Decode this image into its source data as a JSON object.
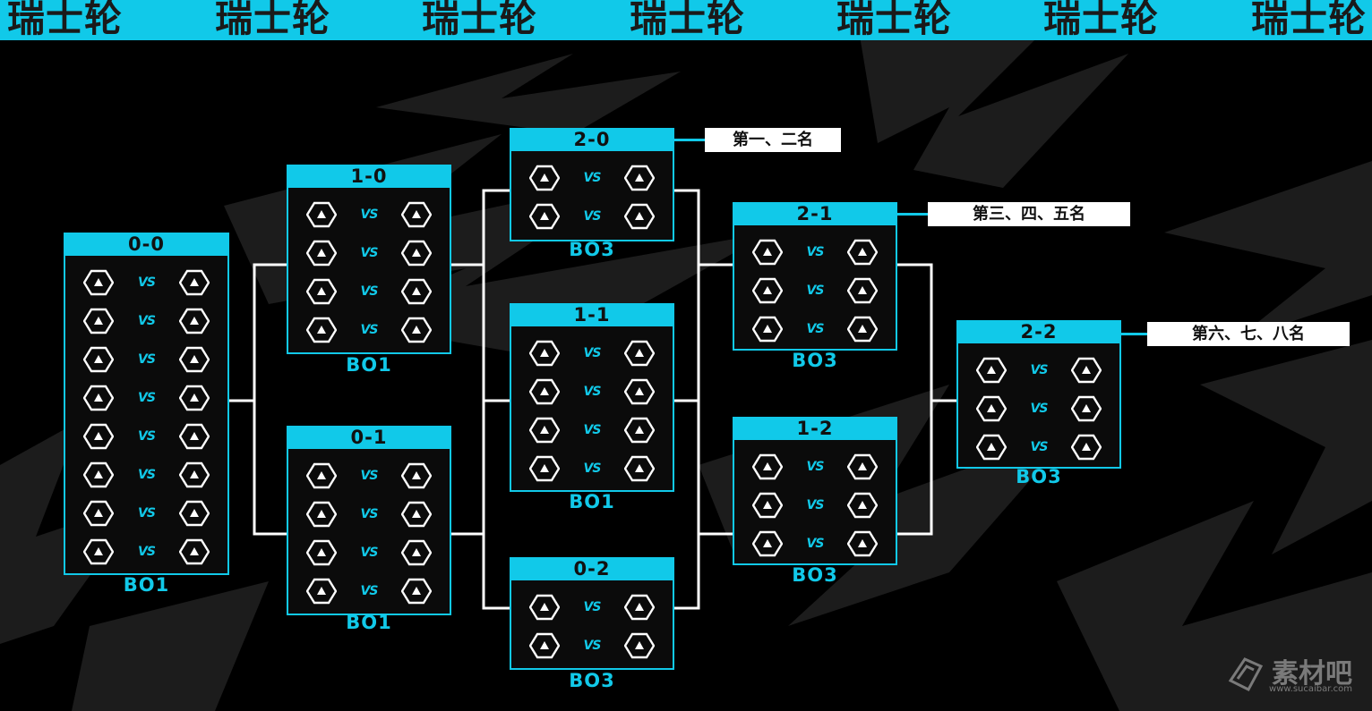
{
  "banner": {
    "word": "瑞士轮",
    "repeat": 7
  },
  "colors": {
    "accent": "#11c9e9",
    "background": "#000000",
    "label_bg": "#ffffff",
    "bg_shape": "#1c1c1c"
  },
  "vs_label": "VS",
  "icon_name": "hexagon-team-icon",
  "groups": [
    {
      "id": "g00",
      "record": "0-0",
      "matches": 8,
      "format": "BO1"
    },
    {
      "id": "g10",
      "record": "1-0",
      "matches": 4,
      "format": "BO1"
    },
    {
      "id": "g01",
      "record": "0-1",
      "matches": 4,
      "format": "BO1"
    },
    {
      "id": "g20",
      "record": "2-0",
      "matches": 2,
      "format": "BO3",
      "rank": "第一、二名"
    },
    {
      "id": "g11",
      "record": "1-1",
      "matches": 4,
      "format": "BO1"
    },
    {
      "id": "g02",
      "record": "0-2",
      "matches": 2,
      "format": "BO3"
    },
    {
      "id": "g21",
      "record": "2-1",
      "matches": 3,
      "format": "BO3",
      "rank": "第三、四、五名"
    },
    {
      "id": "g12",
      "record": "1-2",
      "matches": 3,
      "format": "BO3"
    },
    {
      "id": "g22",
      "record": "2-2",
      "matches": 3,
      "format": "BO3",
      "rank": "第六、七、八名"
    }
  ],
  "watermark": {
    "text": "素材吧",
    "url_text": "www.sucaibar.com"
  }
}
